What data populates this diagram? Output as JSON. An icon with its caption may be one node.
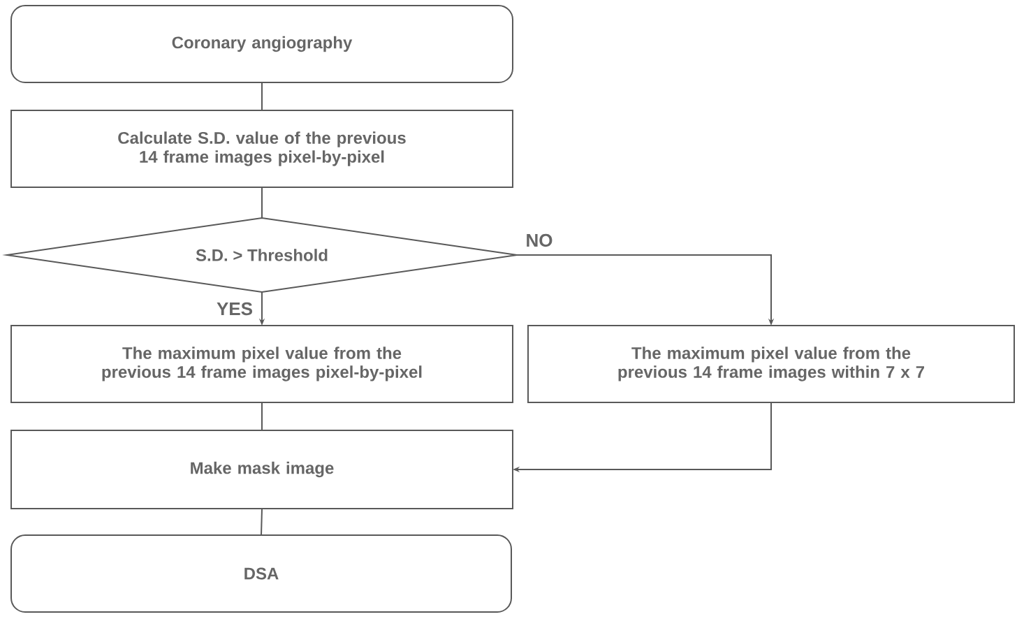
{
  "diagram": {
    "nodes": [
      {
        "text": [
          "Coronary angiography"
        ]
      },
      {
        "text": [
          "Calculate S.D. value of the previous 14 frame images pixel-by-pixel"
        ]
      },
      {
        "text": [
          "S.D. > Threshold"
        ]
      },
      {
        "text": [
          "The maximum pixel value from the previous 14 frame images pixel-by-pixel"
        ]
      },
      {
        "text": [
          "The maximum pixel value from the previous 14 frame images within 7 x 7"
        ]
      },
      {
        "text": [
          "Make mask image"
        ]
      },
      {
        "text": [
          "DSA"
        ]
      }
    ],
    "edges": [
      {
        "from": 0,
        "to": 1,
        "arrow": "none"
      },
      {
        "from": 1,
        "to": 2,
        "arrow": "none"
      },
      {
        "from": 2,
        "to": 3,
        "arrow": "to",
        "label": "YES"
      },
      {
        "from": 2,
        "to": 4,
        "arrow": "to",
        "label": "NO"
      },
      {
        "from": 3,
        "to": 5,
        "arrow": "none"
      },
      {
        "from": 4,
        "to": 5,
        "arrow": "to"
      },
      {
        "from": 5,
        "to": 6,
        "arrow": "none"
      }
    ]
  }
}
